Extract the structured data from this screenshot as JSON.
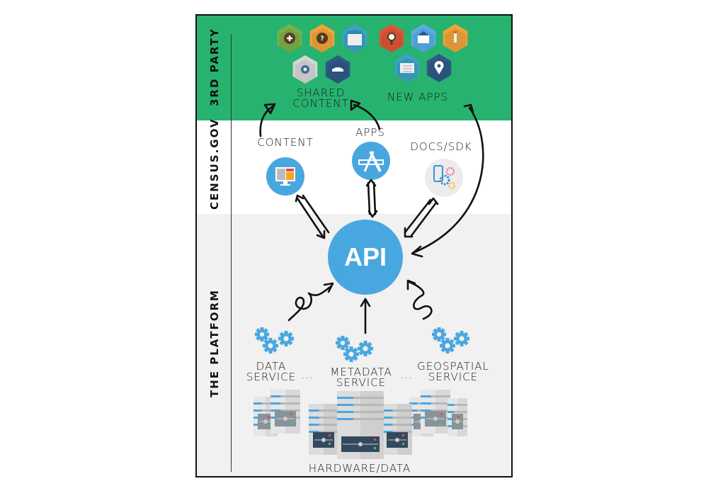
{
  "bands": {
    "third_party": {
      "label": "3RD PARTY",
      "color": "#27b36f"
    },
    "census_gov": {
      "label": "CENSUS.GOV",
      "color": "#ffffff"
    },
    "platform": {
      "label": "THE PLATFORM",
      "color": "#f1f1f1"
    }
  },
  "third_party": {
    "shared_content_label": "SHARED\nCONTENT",
    "new_apps_label": "NEW APPS",
    "shared_content_icons": [
      {
        "name": "plus-icon",
        "color": "#7ab04a"
      },
      {
        "name": "question-icon",
        "color": "#f0a33a"
      },
      {
        "name": "calendar-icon",
        "color": "#3aa3c6"
      },
      {
        "name": "gear-icon",
        "color": "#d6d6d6"
      },
      {
        "name": "book-icon",
        "color": "#2e5a86"
      }
    ],
    "new_apps_icons": [
      {
        "name": "search-icon",
        "color": "#de5638"
      },
      {
        "name": "mail-icon",
        "color": "#5aade6"
      },
      {
        "name": "pencil-icon",
        "color": "#f0a33a"
      },
      {
        "name": "list-icon",
        "color": "#3aa3c6"
      },
      {
        "name": "map-pin-icon",
        "color": "#2e5a86"
      }
    ]
  },
  "census_gov": {
    "content_label": "CONTENT",
    "apps_label": "APPS",
    "docs_label": "DOCS/SDK"
  },
  "platform": {
    "api_label": "API",
    "api_color": "#49a7e0",
    "services": [
      {
        "label": "DATA\nSERVICE"
      },
      {
        "label": "METADATA\nSERVICE"
      },
      {
        "label": "GEOSPATIAL\nSERVICE"
      }
    ],
    "ellipsis": "...",
    "hardware_label": "HARDWARE/DATA"
  }
}
